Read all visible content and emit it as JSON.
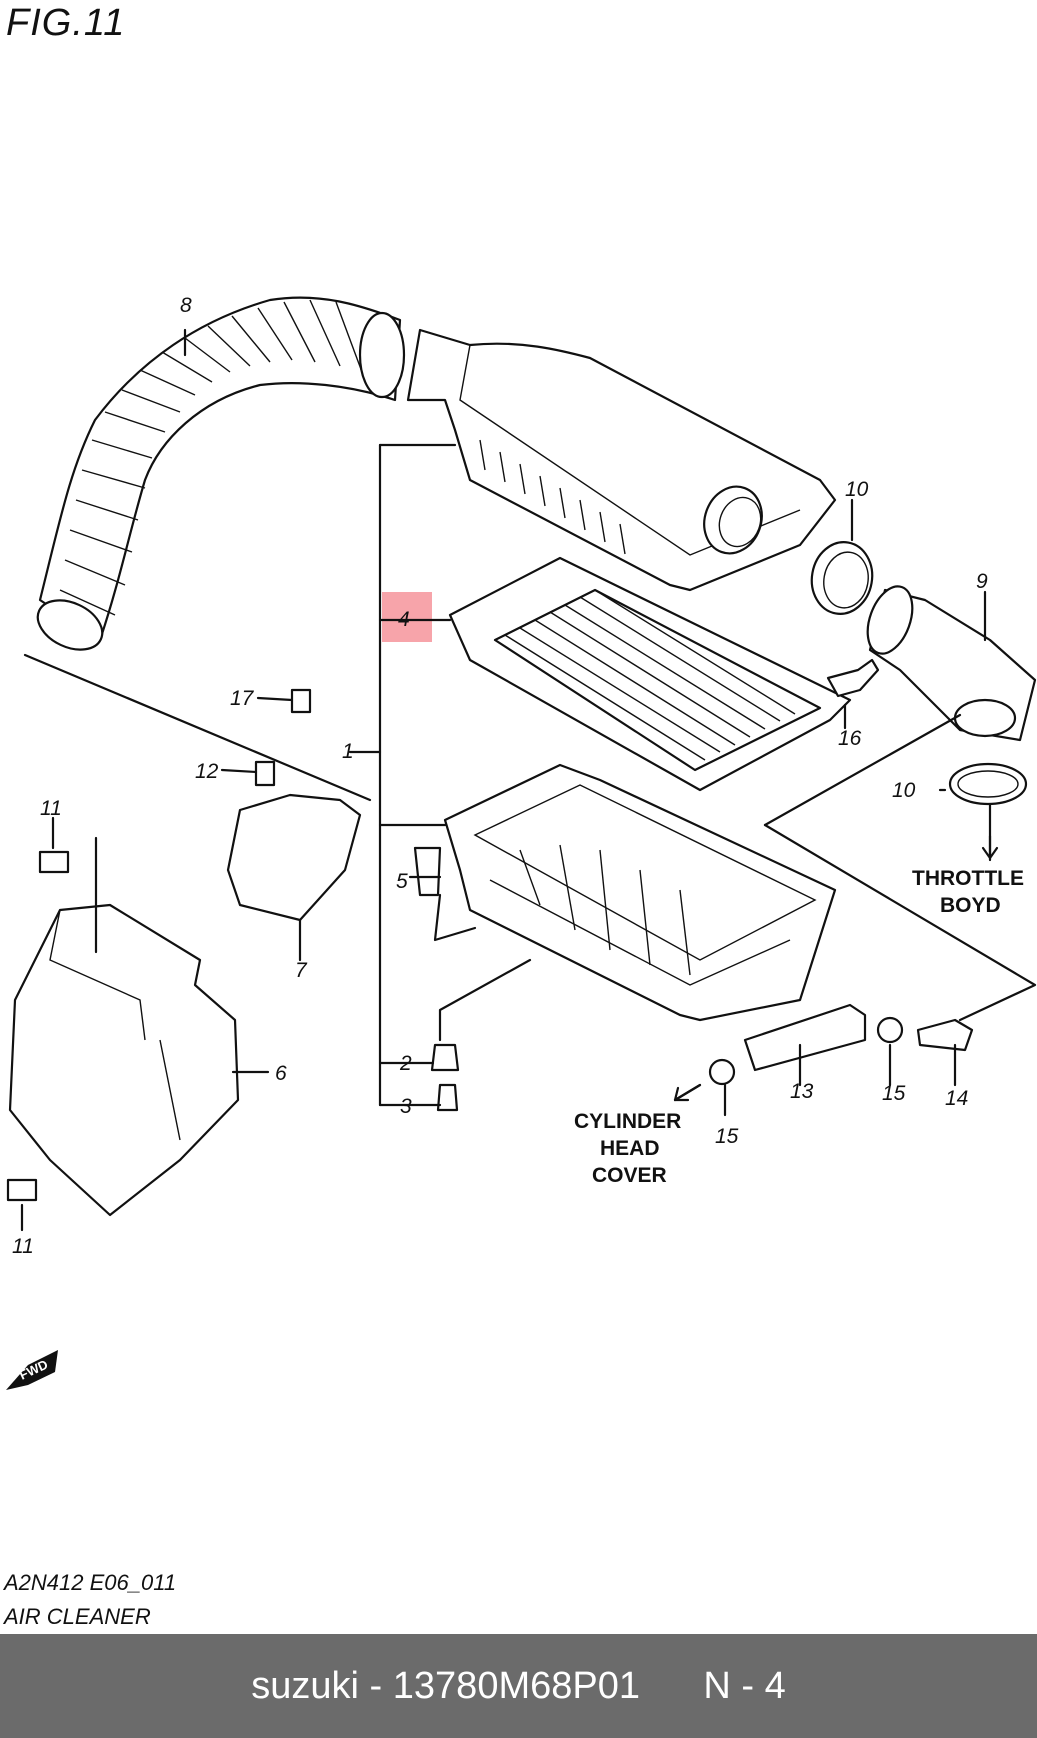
{
  "figure": {
    "title": "FIG.11",
    "diagram_code": "A2N412 E06_011",
    "diagram_name": "AIR CLEANER"
  },
  "callouts": {
    "c1": "1",
    "c2": "2",
    "c3": "3",
    "c4": "4",
    "c5": "5",
    "c6": "6",
    "c7": "7",
    "c8": "8",
    "c9": "9",
    "c10a": "10",
    "c10b": "10",
    "c11a": "11",
    "c11b": "11",
    "c12": "12",
    "c13": "13",
    "c14": "14",
    "c15a": "15",
    "c15b": "15",
    "c16": "16",
    "c17": "17"
  },
  "notes": {
    "throttle_line1": "THROTTLE",
    "throttle_line2": "BOYD",
    "cyl_line1": "CYLINDER",
    "cyl_line2": "HEAD",
    "cyl_line3": "COVER",
    "fwd": "FWD"
  },
  "highlighted_part": "4",
  "highlight_color": "#f05a64",
  "footer": {
    "brand": "suzuki",
    "part_number": "13780M68P01",
    "position": "N - 4",
    "bar_color": "#6b6b6b"
  }
}
